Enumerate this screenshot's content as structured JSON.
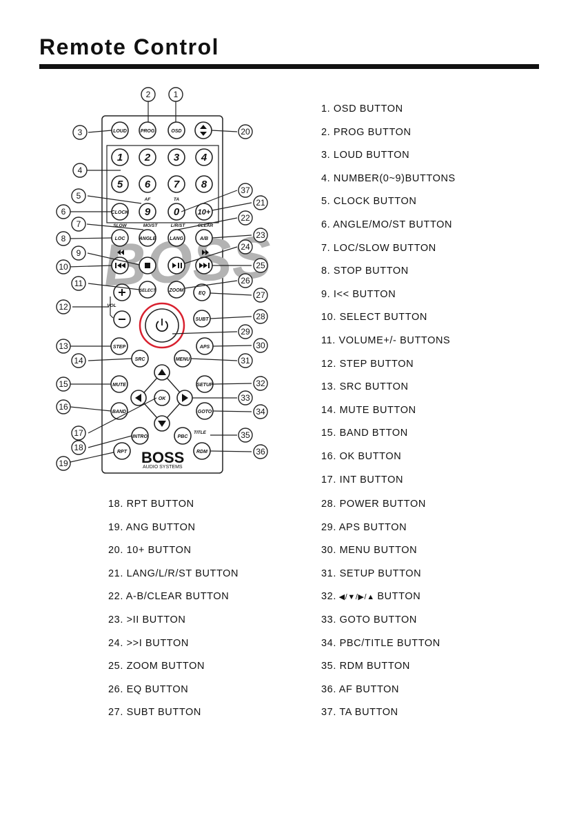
{
  "page": {
    "title": "Remote Control"
  },
  "remote": {
    "loud": "LOUD",
    "prog": "PROG",
    "osd": "OSD",
    "n1": "1",
    "n2": "2",
    "n3": "3",
    "n4": "4",
    "n5": "5",
    "n6": "6",
    "n7": "7",
    "n8": "8",
    "n9": "9",
    "n0": "0",
    "ten_plus": "10+",
    "af": "AF",
    "ta": "TA",
    "clock": "CLOCK",
    "slow": "SLOW",
    "mo_st": "MO/ST",
    "lrst": "L/R/ST",
    "clear": "CLEAR",
    "loc": "LOC",
    "angle": "ANGLE",
    "lang": "LANG",
    "ab": "A/B",
    "select": "SELECT",
    "zoom": "ZOOM",
    "eq": "EQ",
    "vol": "VOL",
    "subt": "SUBT",
    "step": "STEP",
    "aps": "APS",
    "src": "SRC",
    "menu": "MENU",
    "mute": "MUTE",
    "setup": "SETUP",
    "ok": "OK",
    "band": "BAND",
    "goto": "GOTO",
    "intro": "INTRO",
    "pbc": "PBC",
    "title_lbl": "TITLE",
    "rpt": "RPT",
    "rdm": "RDM",
    "brand": "BOSS",
    "brand_sub": "AUDIO SYSTEMS",
    "watermark": "BOSS"
  },
  "callouts": [
    "1",
    "2",
    "3",
    "4",
    "5",
    "6",
    "7",
    "8",
    "9",
    "10",
    "11",
    "12",
    "13",
    "14",
    "15",
    "16",
    "17",
    "18",
    "19",
    "20",
    "21",
    "22",
    "23",
    "24",
    "25",
    "26",
    "27",
    "28",
    "29",
    "30",
    "31",
    "32",
    "33",
    "34",
    "35",
    "36",
    "37"
  ],
  "legend_right_top": [
    "1. OSD BUTTON",
    "2. PROG BUTTON",
    "3. LOUD BUTTON",
    "4. NUMBER(0~9)BUTTONS",
    "5. CLOCK BUTTON",
    "6. ANGLE/MO/ST BUTTON",
    "7.  LOC/SLOW BUTTON",
    "8. STOP BUTTON",
    "9. I<< BUTTON",
    "10. SELECT BUTTON",
    "11. VOLUME+/- BUTTONS",
    "12. STEP BUTTON",
    "13.  SRC BUTTON",
    "14. MUTE BUTTON",
    "15. BAND BTTON",
    "16. OK BUTTON",
    "17. INT BUTTON"
  ],
  "legend_left_bottom": [
    "18. RPT BUTTON",
    "19. ANG BUTTON",
    "20. 10+ BUTTON",
    "21. LANG/L/R/ST BUTTON",
    "22. A-B/CLEAR BUTTON",
    "23. >II BUTTON",
    "24. >>I BUTTON",
    "25. ZOOM BUTTON",
    "26. EQ BUTTON",
    "27. SUBT BUTTON"
  ],
  "legend_right_bottom": [
    "28. POWER BUTTON",
    "29. APS BUTTON",
    "30. MENU BUTTON",
    "31. SETUP BUTTON",
    "32.",
    "33. GOTO BUTTON",
    "34. PBC/TITLE BUTTON",
    "35. RDM BUTTON",
    "36. AF BUTTON",
    "37. TA BUTTON"
  ],
  "arrows_suffix": "BUTTON",
  "accent": "#d8202e"
}
